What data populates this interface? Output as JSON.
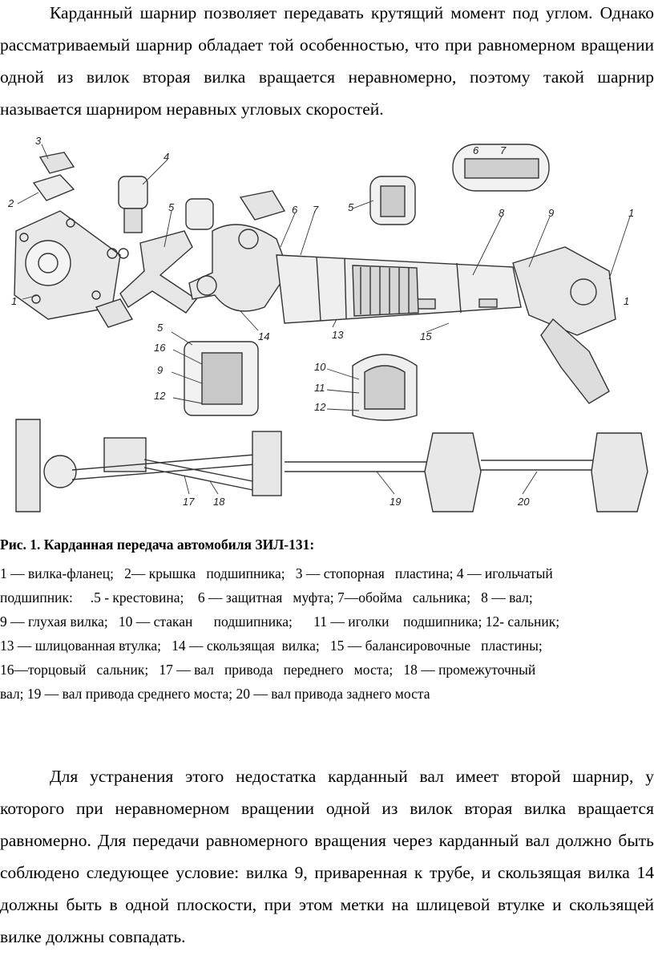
{
  "intro_paragraph": "Карданный шарнир позволяет передавать крутящий момент под углом. Однако рассматриваемый шарнир обладает той особенностью, что при равномерном вращении одной из вилок вторая вилка вращается неравномерно, поэтому такой шарнир называется шарниром неравных угловых скоростей.",
  "figure": {
    "callouts": {
      "n1a": "1",
      "n2": "2",
      "n3": "3",
      "n4": "4",
      "n5a": "5",
      "n6a": "6",
      "n7a": "7",
      "n8": "8",
      "n9a": "9",
      "n1b": "1",
      "n1c": "1",
      "n5b": "5",
      "n14": "14",
      "n13": "13",
      "n15": "15",
      "n5c": "5",
      "n16": "16",
      "n9b": "9",
      "n12a": "12",
      "n10": "10",
      "n11": "11",
      "n12b": "12",
      "n17": "17",
      "n18": "18",
      "n19": "19",
      "n20": "20",
      "n6b": "6",
      "n7b": "7"
    }
  },
  "caption": {
    "title": "Рис. 1. Карданная передача автомобиля  ЗИЛ-131:",
    "lines": [
      "1 — вилка-фланец;   2— крышка   подшипника;   3 — стопорная   пластина; 4 — игольчатый",
      "подшипник:     .5 - крестовина;    6 — защитная   муфта; 7—обойма   сальника;   8 — вал;",
      "9 — глухая вилка;   10 — стакан      подшипника;      11 — иголки    подшипника; 12- сальник;",
      "13 — шлицованная втулка;   14 — скользящая  вилка;   15 — балансировочные   пластины;",
      "16—торцовый   сальник;   17 — вал   привода   переднего   моста;   18 — промежуточный",
      "вал; 19 — вал привода среднего моста; 20 — вал привода заднего моста"
    ]
  },
  "main_paragraph": "Для устранения этого недостатка карданный вал имеет второй шарнир, у которого при неравномерном вращении одной из вилок вторая вилка вращается равномерно. Для передачи равномерного вращения через карданный вал должно быть соблюдено следующее условие: вилка 9, приваренная к трубе, и скользящая вилка 14 должны быть в одной плоскости, при этом метки на шлицевой втулке и скользящей вилке должны совпадать."
}
